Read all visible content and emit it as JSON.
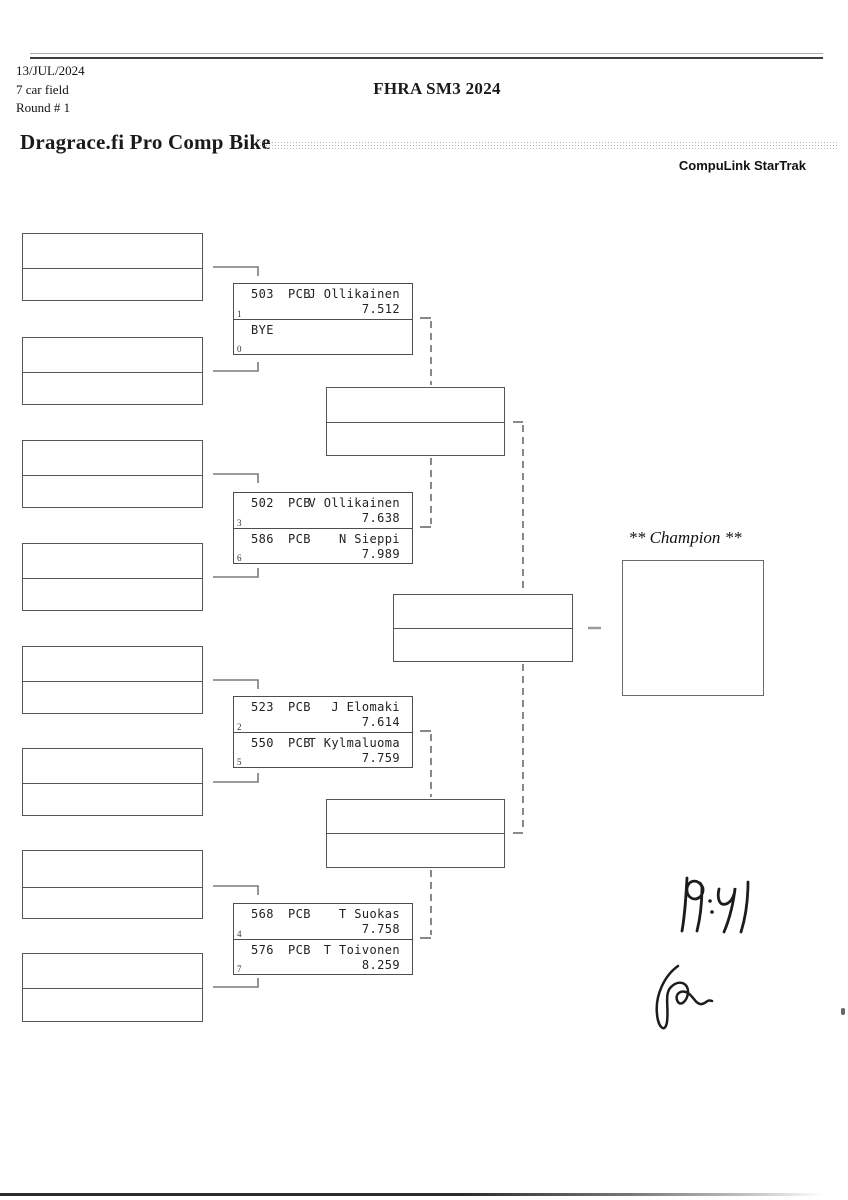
{
  "page": {
    "date": "13/JUL/2024",
    "field_size": "7 car field",
    "round": "Round # 1",
    "event_title": "FHRA SM3 2024",
    "class_title": "Dragrace.fi Pro Comp Bike",
    "timing_system": "CompuLink StarTrak",
    "champion_label": "** Champion **"
  },
  "bracket": {
    "pairings": [
      {
        "top": {
          "number": "503",
          "vehicle_class": "PCB",
          "name": "J Ollikainen",
          "time": "7.512",
          "seed": "1"
        },
        "bottom": {
          "number": "BYE",
          "vehicle_class": "",
          "name": "",
          "time": "",
          "seed": "0"
        }
      },
      {
        "top": {
          "number": "502",
          "vehicle_class": "PCB",
          "name": "V Ollikainen",
          "time": "7.638",
          "seed": "3"
        },
        "bottom": {
          "number": "586",
          "vehicle_class": "PCB",
          "name": "N Sieppi",
          "time": "7.989",
          "seed": "6"
        }
      },
      {
        "top": {
          "number": "523",
          "vehicle_class": "PCB",
          "name": "J Elomaki",
          "time": "7.614",
          "seed": "2"
        },
        "bottom": {
          "number": "550",
          "vehicle_class": "PCB",
          "name": "T Kylmaluoma",
          "time": "7.759",
          "seed": "5"
        }
      },
      {
        "top": {
          "number": "568",
          "vehicle_class": "PCB",
          "name": "T Suokas",
          "time": "7.758",
          "seed": "4"
        },
        "bottom": {
          "number": "576",
          "vehicle_class": "PCB",
          "name": "T Toivonen",
          "time": "8.259",
          "seed": "7"
        }
      }
    ]
  },
  "annotations": {
    "handwritten_time": "19:41",
    "signature": "signature scribble"
  },
  "colors": {
    "ink": "#222222",
    "line": "#555555"
  }
}
